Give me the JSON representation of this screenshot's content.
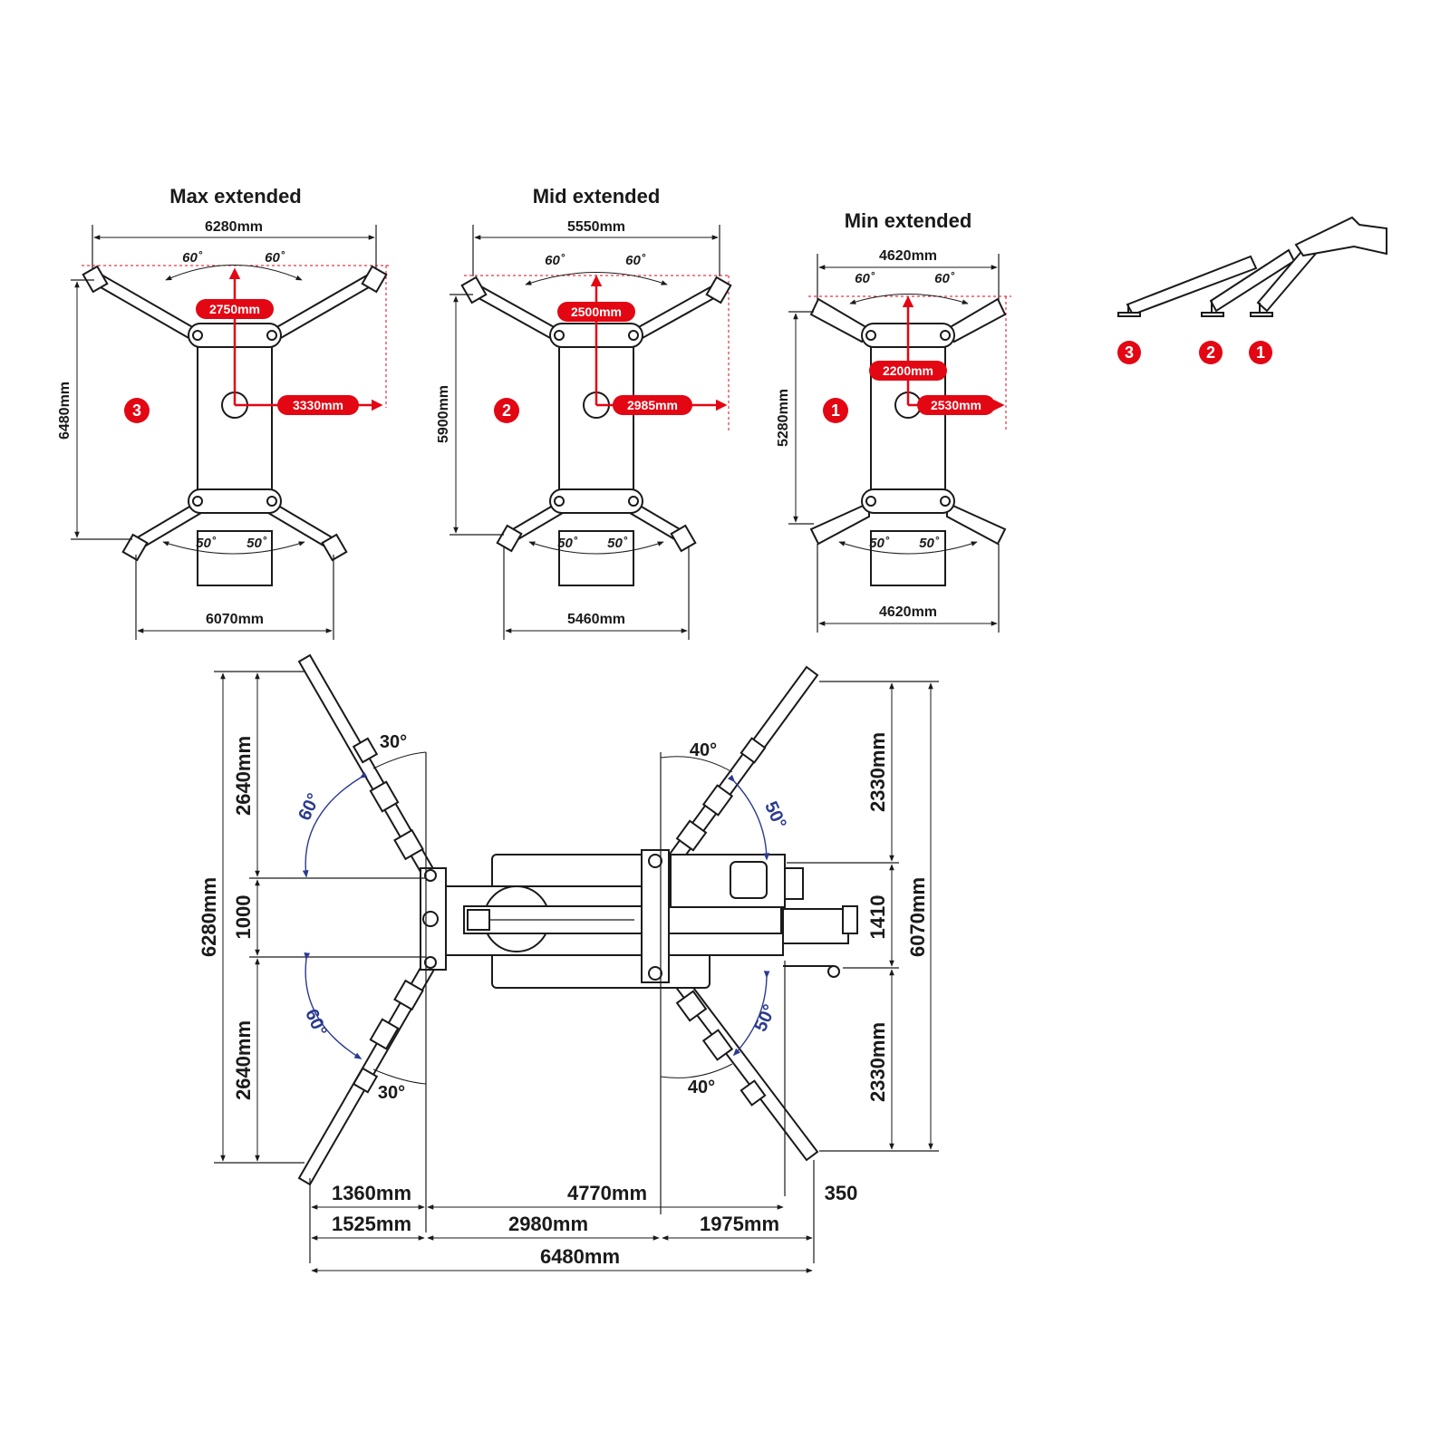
{
  "diagrams": [
    {
      "title": "Max extended",
      "badge": "3",
      "top_width": "6280mm",
      "bottom_width": "6070mm",
      "length": "6480mm",
      "forward_reach": "2750mm",
      "side_reach": "3330mm",
      "top_angle_left": "60˚",
      "top_angle_right": "60˚",
      "bottom_angle_left": "50˚",
      "bottom_angle_right": "50˚"
    },
    {
      "title": "Mid extended",
      "badge": "2",
      "top_width": "5550mm",
      "bottom_width": "5460mm",
      "length": "5900mm",
      "forward_reach": "2500mm",
      "side_reach": "2985mm",
      "top_angle_left": "60˚",
      "top_angle_right": "60˚",
      "bottom_angle_left": "50˚",
      "bottom_angle_right": "50˚"
    },
    {
      "title": "Min extended",
      "badge": "1",
      "top_width": "4620mm",
      "bottom_width": "4620mm",
      "length": "5280mm",
      "forward_reach": "2200mm",
      "side_reach": "2530mm",
      "top_angle_left": "60˚",
      "top_angle_right": "60˚",
      "bottom_angle_left": "50˚",
      "bottom_angle_right": "50˚"
    }
  ],
  "side_view": {
    "badges": [
      "3",
      "2",
      "1"
    ]
  },
  "plan": {
    "left_total": "6280mm",
    "left_upper": "2640mm",
    "left_middle": "1000",
    "left_lower": "2640mm",
    "right_total": "6070mm",
    "right_upper": "2330mm",
    "right_middle": "1410",
    "right_lower": "2330mm",
    "angle_30_upper": "30°",
    "angle_30_lower": "30°",
    "angle_60_upper": "60°",
    "angle_60_lower": "60°",
    "angle_40_upper": "40°",
    "angle_40_lower": "40°",
    "angle_50_upper": "50°",
    "angle_50_lower": "50°",
    "row1_left": "1360mm",
    "row1_mid": "4770mm",
    "row1_right": "350",
    "row2_left": "1525mm",
    "row2_mid": "2980mm",
    "row2_right": "1975mm",
    "total_length": "6480mm"
  },
  "colors": {
    "accent_red": "#e30613",
    "angle_blue": "#2b3a8f",
    "line": "#1a1a1a"
  }
}
